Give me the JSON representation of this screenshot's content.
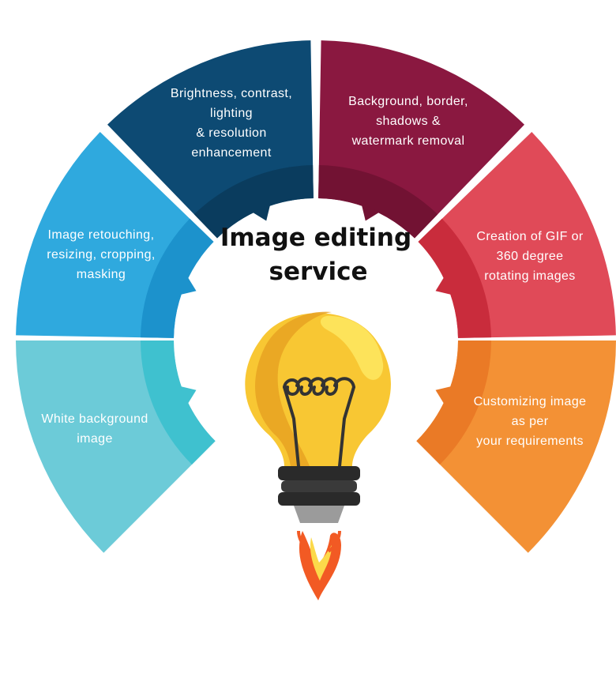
{
  "title": {
    "line1": "Image editing",
    "line2": "service"
  },
  "segments": [
    {
      "id": "white-bg",
      "lines": [
        "White background",
        "image"
      ],
      "color": "#6ccbd8",
      "accent": "#3fc1cf"
    },
    {
      "id": "retouching",
      "lines": [
        "Image retouching,",
        "resizing, cropping,",
        "masking"
      ],
      "color": "#2fa9de",
      "accent": "#1c92cc"
    },
    {
      "id": "brightness",
      "lines": [
        "Brightness, contrast,",
        "lighting",
        "& resolution",
        "enhancement"
      ],
      "color": "#0d4a73",
      "accent": "#0a3c5e"
    },
    {
      "id": "background-removal",
      "lines": [
        "Background, border,",
        "shadows &",
        "watermark removal"
      ],
      "color": "#8a1840",
      "accent": "#721233"
    },
    {
      "id": "gif-360",
      "lines": [
        "Creation of GIF or",
        "360 degree",
        "rotating images"
      ],
      "color": "#e04a58",
      "accent": "#c92c3c"
    },
    {
      "id": "customizing",
      "lines": [
        "Customizing image",
        "as per",
        "your requirements"
      ],
      "color": "#f39135",
      "accent": "#ea7a26"
    }
  ],
  "colors": {
    "bulb_light": "#fde35a",
    "bulb_mid": "#f8c733",
    "bulb_dark": "#e8a222",
    "base_dark": "#2a2a2a",
    "flame_outer": "#f25a24",
    "flame_inner": "#fcd94a"
  }
}
